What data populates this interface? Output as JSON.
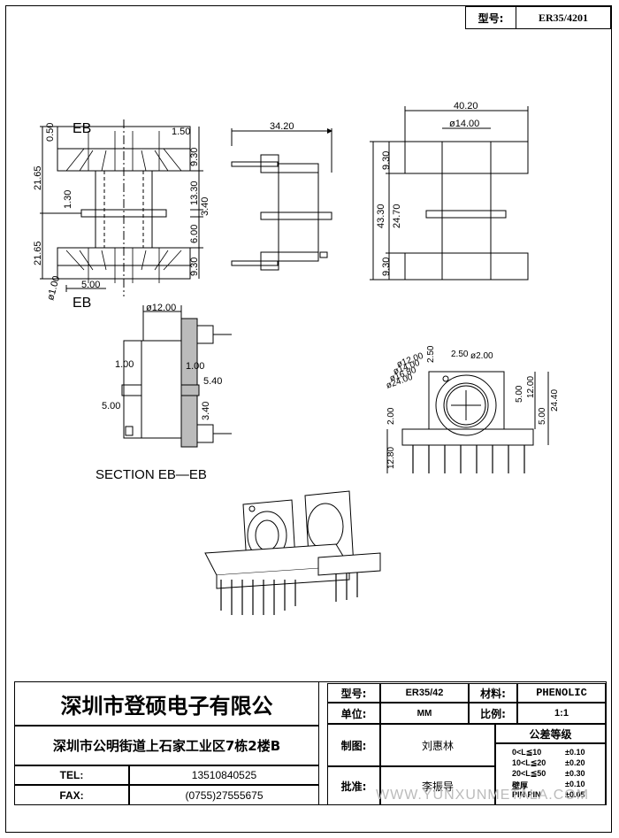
{
  "header": {
    "model_label": "型号:",
    "model_value": "ER35/4201"
  },
  "front_view": {
    "section_mark_top": "EB",
    "section_mark_bottom": "EB",
    "dims": {
      "d050": "0.50",
      "d150": "1.50",
      "d2165a": "21.65",
      "d2165b": "21.65",
      "d930a": "9.30",
      "d1330": "13.30",
      "d340": "3.40",
      "d130": "1.30",
      "d600": "6.00",
      "d930b": "9.30",
      "d100": "ø1.00",
      "d500": "5.00"
    }
  },
  "side_view": {
    "width": "34.20"
  },
  "top_view": {
    "width": "40.20",
    "bore": "ø14.00",
    "d930a": "9.30",
    "d2470": "24.70",
    "d4330": "43.30",
    "d930b": "9.30"
  },
  "section_view": {
    "caption": "SECTION EB—EB",
    "bore": "ø12.00",
    "d100a": "1.00",
    "d100b": "1.00",
    "d540": "5.40",
    "d500": "5.00",
    "d340": "3.40"
  },
  "end_view": {
    "d250a": "2.50",
    "d250b": "2.50",
    "d200": "ø2.00",
    "d1200": "ø12.00",
    "d1400": "ø14.00",
    "d1680": "ø16.80",
    "d2400": "ø24.00",
    "d500a": "5.00",
    "d1200b": "12.00",
    "d2440": "24.40",
    "d500b": "5.00",
    "d200b": "2.00",
    "d1280": "12.80"
  },
  "title_block": {
    "company": "深圳市登硕电子有限公",
    "address": "深圳市公明街道上石家工业区7栋2楼B",
    "tel_label": "TEL:",
    "tel": "13510840525",
    "fax_label": "FAX:",
    "fax": "(0755)27555675",
    "model_label": "型号:",
    "model": "ER35/42",
    "material_label": "材料:",
    "material": "PHENOLIC",
    "unit_label": "单位:",
    "unit": "MM",
    "scale_label": "比例:",
    "scale": "1:1",
    "drawn_label": "制图:",
    "drawn": "刘惠林",
    "approved_label": "批准:",
    "approved": "李振导",
    "tol_title": "公差等级",
    "tol": [
      {
        "range": "0<L≦10",
        "value": "±0.10"
      },
      {
        "range": "10<L≦20",
        "value": "±0.20"
      },
      {
        "range": "20<L≦50",
        "value": "±0.30"
      },
      {
        "range": "壁厚",
        "value": "±0.10"
      },
      {
        "range": "PIN PIN",
        "value": "±0.05"
      }
    ],
    "watermark": "WWW.YUNXUNMETALA.COM"
  }
}
